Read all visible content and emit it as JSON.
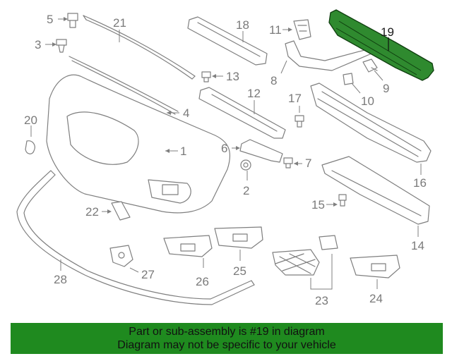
{
  "diagram": {
    "highlighted_part": "19",
    "highlight_color": "#2f8a2f",
    "part_numbers": [
      "1",
      "2",
      "3",
      "4",
      "5",
      "6",
      "7",
      "8",
      "9",
      "10",
      "11",
      "12",
      "13",
      "14",
      "15",
      "16",
      "17",
      "18",
      "19",
      "20",
      "21",
      "22",
      "23",
      "24",
      "25",
      "26",
      "27",
      "28"
    ]
  },
  "banner": {
    "line1": "Part or sub-assembly is #19 in diagram",
    "line2": "Diagram may not be specific to your vehicle",
    "background": "#1f8a1f"
  }
}
